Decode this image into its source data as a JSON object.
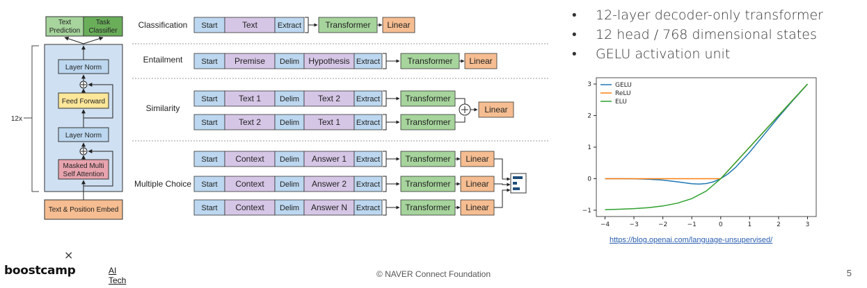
{
  "architecture": {
    "outputs": [
      "Text\nPrediction",
      "Task\nClassifier"
    ],
    "layer_norm_top": "Layer Norm",
    "feed_forward": "Feed Forward",
    "layer_norm_bottom": "Layer Norm",
    "attention": "Masked Multi\nSelf Attention",
    "embedding": "Text & Position Embed",
    "repeat": "12x"
  },
  "tasks": {
    "classification": {
      "label": "Classification",
      "tokens": [
        "Start",
        "Text",
        "Extract"
      ],
      "transformer": "Transformer",
      "linear": "Linear"
    },
    "entailment": {
      "label": "Entailment",
      "tokens": [
        "Start",
        "Premise",
        "Delim",
        "Hypothesis",
        "Extract"
      ],
      "transformer": "Transformer",
      "linear": "Linear"
    },
    "similarity": {
      "label": "Similarity",
      "rows": [
        [
          "Start",
          "Text 1",
          "Delim",
          "Text 2",
          "Extract"
        ],
        [
          "Start",
          "Text 2",
          "Delim",
          "Text 1",
          "Extract"
        ]
      ],
      "transformer": "Transformer",
      "linear": "Linear"
    },
    "multiple_choice": {
      "label": "Multiple Choice",
      "rows": [
        [
          "Start",
          "Context",
          "Delim",
          "Answer 1",
          "Extract"
        ],
        [
          "Start",
          "Context",
          "Delim",
          "Answer 2",
          "Extract"
        ],
        [
          "Start",
          "Context",
          "Delim",
          "Answer N",
          "Extract"
        ]
      ],
      "transformer": "Transformer",
      "linear": "Linear"
    }
  },
  "bullets": [
    "12-layer decoder-only transformer",
    "12 head / 768 dimensional states",
    "GELU activation unit"
  ],
  "chart_data": {
    "type": "line",
    "title": "",
    "xlabel": "",
    "ylabel": "",
    "xlim": [
      -4,
      3
    ],
    "ylim": [
      -1,
      3
    ],
    "xticks": [
      -4,
      -3,
      -2,
      -1,
      0,
      1,
      2,
      3
    ],
    "yticks": [
      -1,
      0,
      1,
      2,
      3
    ],
    "legend_position": "top-left",
    "series": [
      {
        "name": "GELU",
        "color": "#1f77b4",
        "x": [
          -4,
          -3.5,
          -3,
          -2.5,
          -2,
          -1.5,
          -1,
          -0.75,
          -0.5,
          -0.25,
          0,
          0.25,
          0.5,
          1,
          1.5,
          2,
          2.5,
          3
        ],
        "y": [
          0,
          -0.001,
          -0.004,
          -0.016,
          -0.045,
          -0.1,
          -0.159,
          -0.17,
          -0.154,
          -0.1,
          0,
          0.15,
          0.346,
          0.841,
          1.4,
          1.955,
          2.484,
          2.996
        ]
      },
      {
        "name": "ReLU",
        "color": "#ff7f0e",
        "x": [
          -4,
          0,
          3
        ],
        "y": [
          0,
          0,
          3
        ]
      },
      {
        "name": "ELU",
        "color": "#2ca02c",
        "x": [
          -4,
          -3.5,
          -3,
          -2.5,
          -2,
          -1.5,
          -1,
          -0.5,
          0,
          0.5,
          1,
          1.5,
          2,
          2.5,
          3
        ],
        "y": [
          -0.982,
          -0.97,
          -0.95,
          -0.918,
          -0.865,
          -0.777,
          -0.632,
          -0.393,
          0,
          0.5,
          1,
          1.5,
          2,
          2.5,
          3
        ]
      }
    ]
  },
  "source_link": "https://blog.openai.com/language-unsupervised/",
  "logo": {
    "mark": "×",
    "word": "boostcamp",
    "sub": "AI Tech"
  },
  "footer": "© NAVER Connect Foundation",
  "page_number": "5",
  "colors": {
    "green_box": "#a6d49c",
    "purple_box": "#d6c6e6",
    "blue_box": "#bcd7ef",
    "orange_box": "#f5bd91",
    "yellow_box": "#fde79a",
    "pink_box": "#e8a4ae",
    "stack_bg": "#cfe0f2"
  }
}
